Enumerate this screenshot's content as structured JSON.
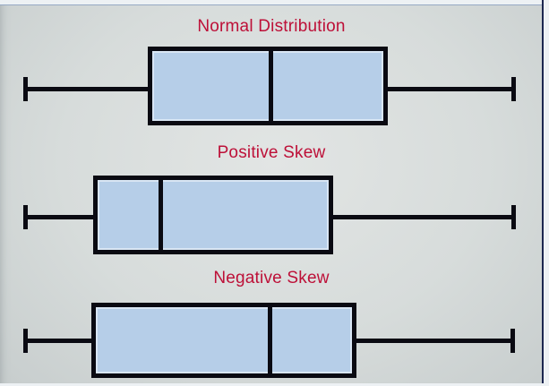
{
  "chart_data": {
    "type": "boxplot",
    "orientation": "horizontal",
    "axes_visible": false,
    "unit": "px (horizontal position within 613px-wide canvas)",
    "series": [
      {
        "name": "Normal Distribution",
        "whisker_min": 28,
        "q1": 165,
        "median": 302,
        "q3": 433,
        "whisker_max": 573
      },
      {
        "name": "Positive Skew",
        "whisker_min": 28,
        "q1": 104,
        "median": 179,
        "q3": 372,
        "whisker_max": 573
      },
      {
        "name": "Negative Skew",
        "whisker_min": 28,
        "q1": 102,
        "median": 301,
        "q3": 398,
        "whisker_max": 572
      }
    ]
  },
  "colors": {
    "title_text": "#BD1038",
    "box_fill": "#B6CEE8",
    "box_inner_highlight": "#D9E6F4",
    "line": "#0A0A12",
    "slide_bg_center": "#E2E5E4",
    "slide_bg_edge": "#C7CDCD",
    "border_right": "#1C2750",
    "border_top": "#96A9C4",
    "outer_strip": "#EDF1F4"
  }
}
